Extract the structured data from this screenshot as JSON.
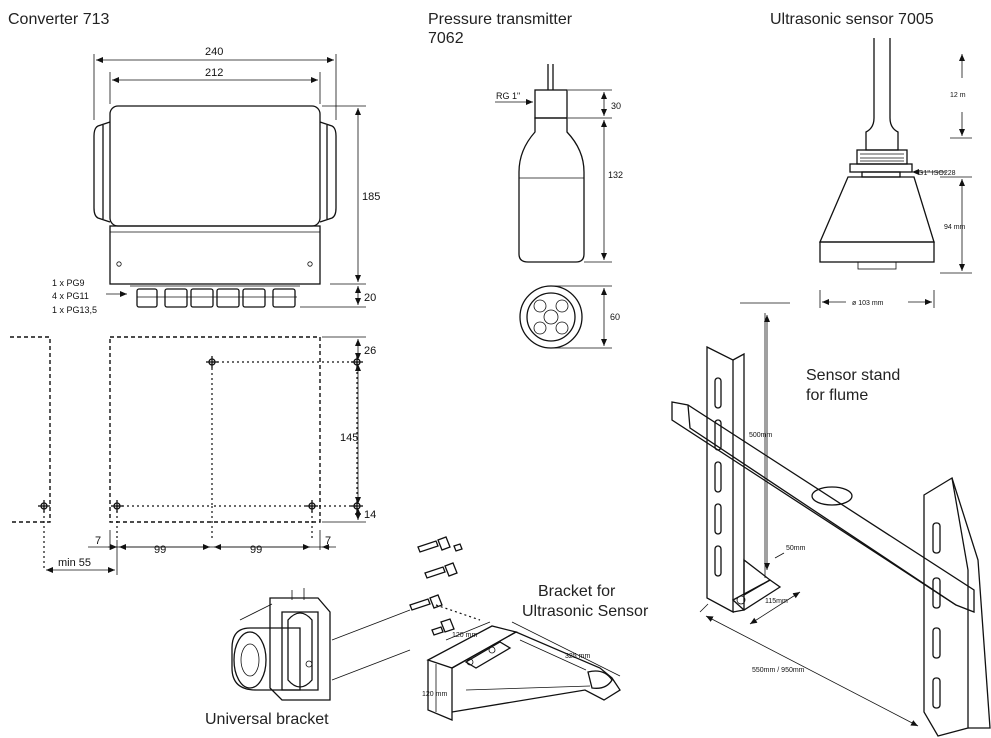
{
  "captions": {
    "converter": "Converter 713",
    "pressure_line1": "Pressure transmitter",
    "pressure_line2": "7062",
    "ultrasonic": "Ultrasonic sensor 7005",
    "sensor_stand_line1": "Sensor stand",
    "sensor_stand_line2": "for flume",
    "bracket_line1": "Bracket for",
    "bracket_line2": "Ultrasonic Sensor",
    "universal": "Universal bracket"
  },
  "converter": {
    "dim_width_total": "240",
    "dim_width_inner": "212",
    "dim_height_body": "185",
    "dim_height_glands": "20",
    "gland_pg9": "1 x PG9",
    "gland_pg11": "4 x PG11",
    "gland_pg13": "1 x PG13,5",
    "mount_top": "26",
    "mount_height": "145",
    "mount_bottom": "14",
    "edge_left": "7",
    "spacing_1": "99",
    "spacing_2": "99",
    "edge_right": "7",
    "min_gap": "min 55"
  },
  "pressure": {
    "thread": "RG 1\"",
    "dim_thread": "30",
    "dim_body": "132",
    "dim_diameter": "60"
  },
  "ultrasonic": {
    "cable": "12 m",
    "thread": "G1\" ISO228",
    "height": "94 mm",
    "diameter": "ø 103 mm"
  },
  "stand": {
    "height": "500mm",
    "depth": "50mm",
    "foot": "115mm",
    "length": "550mm / 950mm"
  },
  "bracket": {
    "width": "120 mm",
    "length": "325 mm",
    "height": "120 mm"
  }
}
